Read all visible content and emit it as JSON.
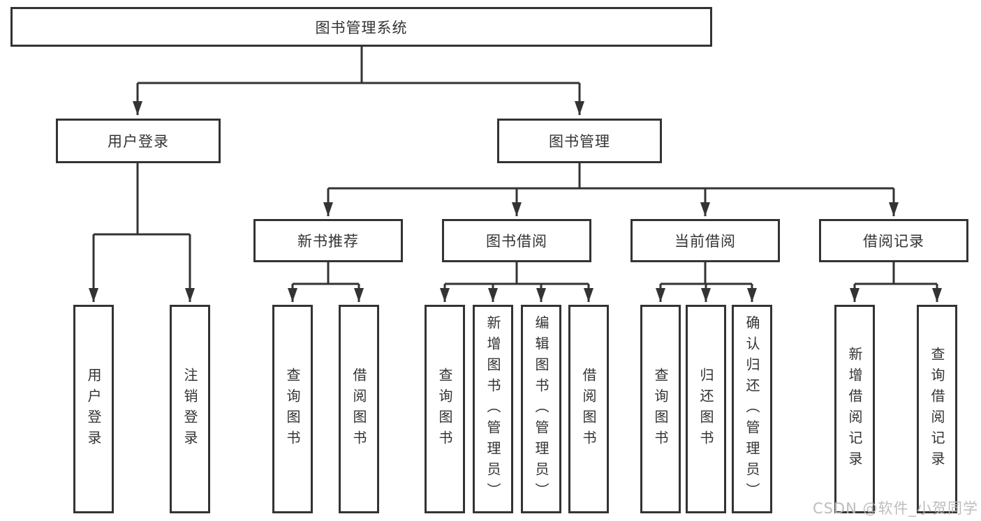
{
  "diagram": {
    "root": {
      "label": "图书管理系统"
    },
    "user_login_branch": {
      "label": "用户登录",
      "children": [
        {
          "label": "用户登录"
        },
        {
          "label": "注销登录"
        }
      ]
    },
    "book_mgmt_branch": {
      "label": "图书管理",
      "groups": [
        {
          "label": "新书推荐",
          "children": [
            {
              "label": "查询图书"
            },
            {
              "label": "借阅图书"
            }
          ]
        },
        {
          "label": "图书借阅",
          "children": [
            {
              "label": "查询图书"
            },
            {
              "label": "新增图书（管理员）"
            },
            {
              "label": "编辑图书（管理员）"
            },
            {
              "label": "借阅图书"
            }
          ]
        },
        {
          "label": "当前借阅",
          "children": [
            {
              "label": "查询图书"
            },
            {
              "label": "归还图书"
            },
            {
              "label": "确认归还（管理员）"
            }
          ]
        },
        {
          "label": "借阅记录",
          "children": [
            {
              "label": "新增借阅记录"
            },
            {
              "label": "查询借阅记录"
            }
          ]
        }
      ]
    },
    "watermark": "CSDN @软件_小贺同学",
    "colors": {
      "line": "#333333",
      "box_border": "#333333",
      "box_fill": "#ffffff",
      "background": "#ffffff",
      "watermark": "#b9b9b9"
    }
  }
}
